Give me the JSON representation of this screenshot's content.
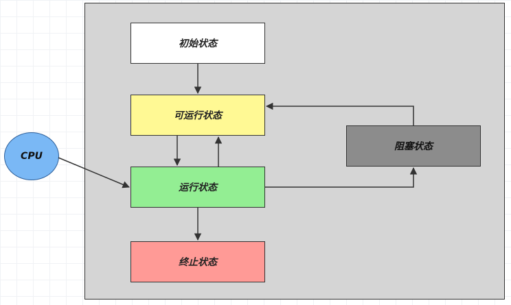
{
  "diagram": {
    "states": {
      "initial": "初始状态",
      "runnable": "可运行状态",
      "running": "运行状态",
      "terminated": "终止状态",
      "blocked": "阻塞状态"
    },
    "cpu_label": "CPU"
  },
  "colors": {
    "initial": "#ffffff",
    "runnable": "#fff994",
    "running": "#93ee93",
    "terminated": "#ff9a96",
    "blocked": "#8c8c8c",
    "cpu": "#7ab8f5",
    "container": "#d5d5d5"
  }
}
